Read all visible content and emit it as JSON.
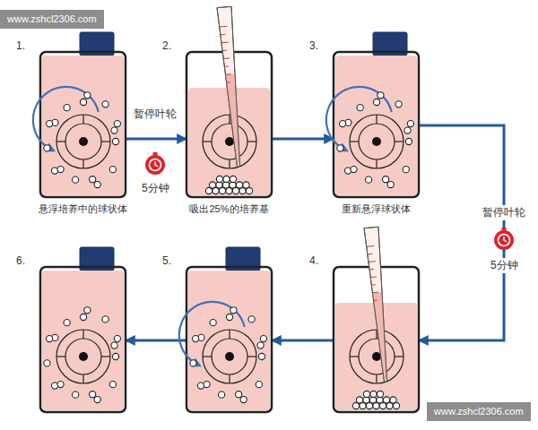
{
  "diagram": {
    "nodes": [
      {
        "text": [
          "1.",
          "悬浮培养中的球状体"
        ]
      },
      {
        "text": [
          "2.",
          "吸出25%的培养基"
        ]
      },
      {
        "text": [
          "3.",
          "重新悬浮球状体"
        ]
      },
      {
        "text": [
          "4."
        ]
      },
      {
        "text": [
          "5."
        ]
      },
      {
        "text": [
          "6."
        ]
      }
    ],
    "edges": [
      {
        "from": 0,
        "to": 1,
        "arrow": "to",
        "label": "暂停叶轮"
      },
      {
        "from": 1,
        "to": 2,
        "arrow": "to"
      },
      {
        "from": 2,
        "to": 3,
        "arrow": "to",
        "label": "暂停叶轮"
      },
      {
        "from": 3,
        "to": 4,
        "arrow": "to"
      },
      {
        "from": 4,
        "to": 5,
        "arrow": "to"
      }
    ],
    "labels": [
      "www.zshcl2306.com",
      "5分钟",
      "5分钟",
      "www.zshcl2306.com"
    ]
  }
}
